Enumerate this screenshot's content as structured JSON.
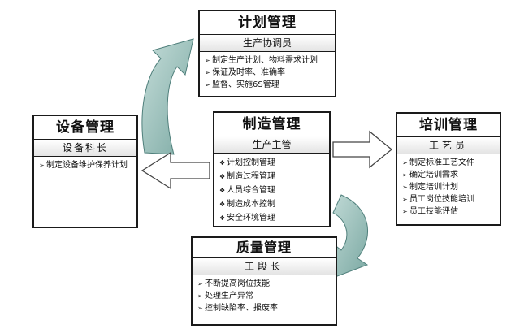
{
  "colors": {
    "arrow_fill": "#8fb9b2",
    "arrow_stroke": "#4f7f7b",
    "border": "#1a1a1a"
  },
  "plan": {
    "title": "计划管理",
    "role": "生产协调员",
    "items": [
      "制定生产计划、物料需求计划",
      "保证及时率、准确率",
      "监督、实施6S管理"
    ]
  },
  "manufacturing": {
    "title": "制造管理",
    "role": "生产主管",
    "items": [
      "计划控制管理",
      "制造过程管理",
      "人员综合管理",
      "制造成本控制",
      "安全环境管理"
    ]
  },
  "equipment": {
    "title": "设备管理",
    "role": "设备科长",
    "items": [
      "制定设备维护保养计划"
    ]
  },
  "training": {
    "title": "培训管理",
    "role": "工艺员",
    "items": [
      "制定标准工艺文件",
      "确定培训需求",
      "制定培训计划",
      "员工岗位技能培训",
      "员工技能评估"
    ]
  },
  "quality": {
    "title": "质量管理",
    "role": "工段长",
    "items": [
      "不断提高岗位技能",
      "处理生产异常",
      "控制缺陷率、报废率"
    ]
  },
  "bullet_marks": {
    "triangle": "➢",
    "diamond": "❖"
  }
}
